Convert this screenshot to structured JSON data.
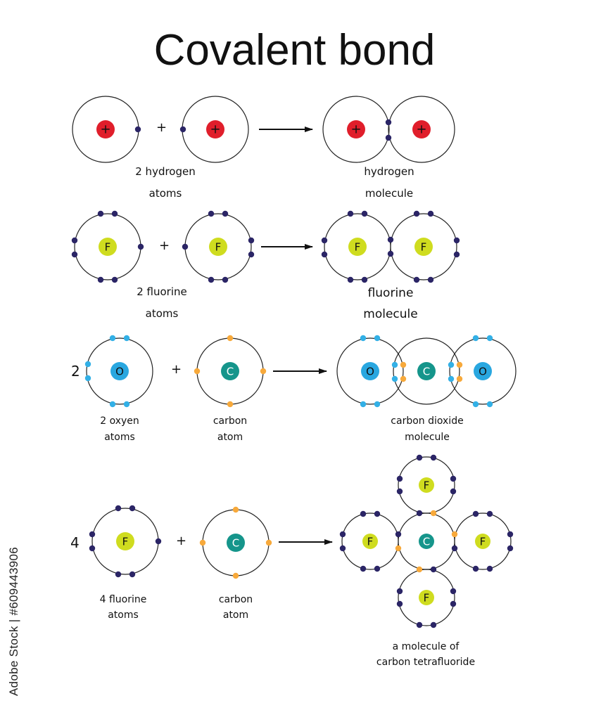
{
  "title": "Covalent bond",
  "colors": {
    "hydrogen_nucleus": "#e01e2b",
    "fluorine_nucleus": "#cfdc1f",
    "oxygen_nucleus": "#29a7e0",
    "carbon_nucleus": "#15958b",
    "dark_electron": "#2b2566",
    "oxygen_electron": "#33b0e6",
    "carbon_electron": "#f7a93b"
  },
  "nucleus_symbols": {
    "hydrogen": "+",
    "fluorine": "F",
    "oxygen": "O",
    "carbon": "C"
  },
  "rows": {
    "hydrogen": {
      "plus": "+",
      "reactant_label": [
        "2  hydrogen",
        "atoms"
      ],
      "product_label": [
        "hydrogen",
        "molecule"
      ]
    },
    "fluorine": {
      "plus": "+",
      "reactant_label": [
        "2 fluorine",
        "atoms"
      ],
      "product_label": [
        "fluorine",
        "molecule"
      ]
    },
    "carbon_dioxide": {
      "coefficient": "2",
      "plus": "+",
      "reactant1_label": [
        "2  oxyen",
        "atoms"
      ],
      "reactant2_label": [
        "carbon",
        "atom"
      ],
      "product_label": [
        "carbon  dioxide",
        "molecule"
      ]
    },
    "carbon_tetrafluoride": {
      "coefficient": "4",
      "plus": "+",
      "reactant1_label": [
        "4  fluorine",
        "atoms"
      ],
      "reactant2_label": [
        "carbon",
        "atom"
      ],
      "product_label": [
        "a  molecule of",
        "carbon  tetrafluoride"
      ]
    }
  },
  "watermark": "Adobe Stock | #609443906"
}
